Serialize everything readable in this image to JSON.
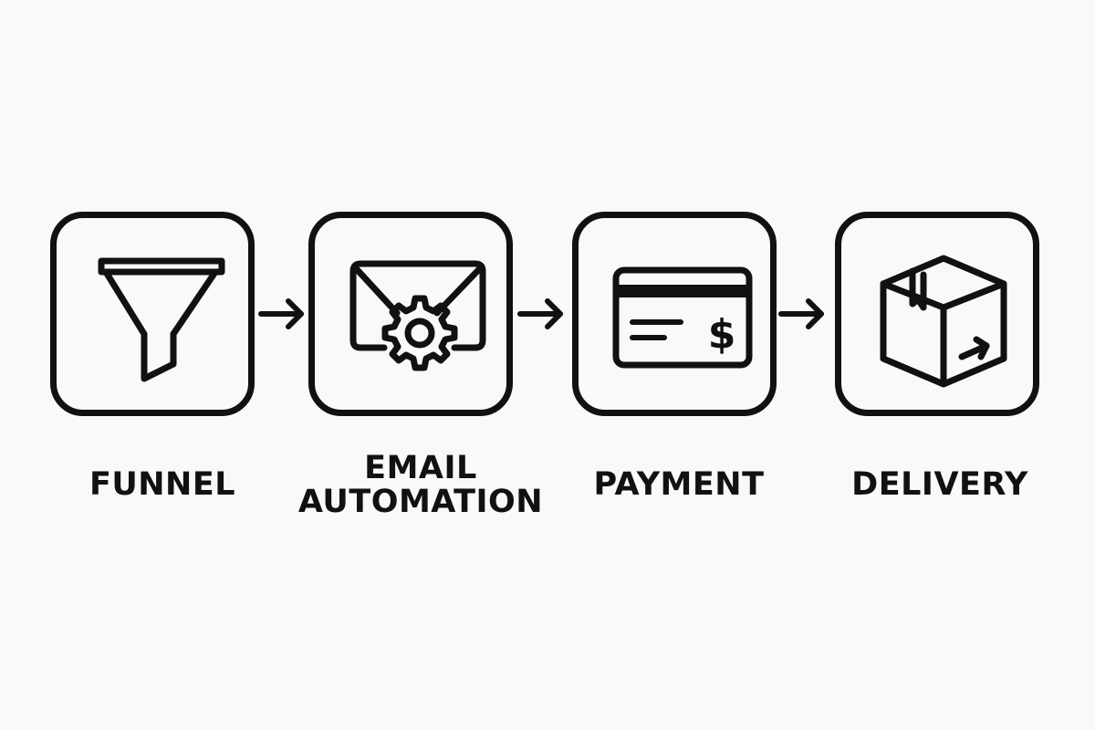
{
  "steps": [
    {
      "id": "funnel",
      "icon": "funnel-icon",
      "label_lines": [
        "FUNNEL"
      ]
    },
    {
      "id": "email-automation",
      "icon": "email-gear-icon",
      "label_lines": [
        "EMAIL",
        "AUTOMATION"
      ]
    },
    {
      "id": "payment",
      "icon": "credit-card-icon",
      "label_lines": [
        "PAYMENT"
      ]
    },
    {
      "id": "delivery",
      "icon": "package-icon",
      "label_lines": [
        "DELIVERY"
      ]
    }
  ],
  "colors": {
    "stroke": "#111111",
    "background": "#f9f9f9"
  }
}
